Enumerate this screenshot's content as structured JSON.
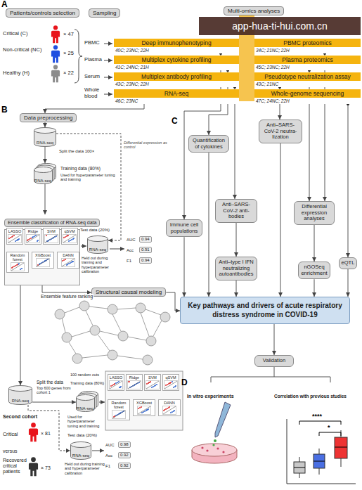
{
  "diagram": {
    "nodes": [
      {
        "text": [
          "Patients/controls selection"
        ]
      },
      {
        "text": [
          "Sampling"
        ]
      },
      {
        "text": [
          "Multi-omics analyses"
        ]
      },
      {
        "text": [
          "Deep immunophenotyping",
          "40C; 23NC; 22H"
        ]
      },
      {
        "text": [
          "PBMC proteomics",
          "34C; 21NC; 22H"
        ]
      },
      {
        "text": [
          "Multiplex cytokine profiling",
          "41C; 24NC; 21H"
        ]
      },
      {
        "text": [
          "Plasma proteomics",
          "45C; 23NC; 22H"
        ]
      },
      {
        "text": [
          "Multiplex antibody profiling",
          "43C; 23NC; 22H"
        ]
      },
      {
        "text": [
          "Pseudotype neutralization assay",
          "43C; 21NC"
        ]
      },
      {
        "text": [
          "RNA-seq",
          "46C; 23NC"
        ]
      },
      {
        "text": [
          "Whole-genome sequencing",
          "47C; 24NC; 22H"
        ]
      },
      {
        "text": [
          "Data preprocessing"
        ]
      },
      {
        "text": [
          "RNA-seq"
        ]
      },
      {
        "text": [
          "RNA-seq"
        ]
      },
      {
        "text": [
          "Ensemble classification of RNA-seq data"
        ]
      },
      {
        "text": [
          "LASSO"
        ],
        "in": 14
      },
      {
        "text": [
          "Ridge"
        ],
        "in": 14
      },
      {
        "text": [
          "SVM"
        ],
        "in": 14
      },
      {
        "text": [
          "qSVM"
        ],
        "in": 14
      },
      {
        "text": [
          "Random forest"
        ],
        "in": 14
      },
      {
        "text": [
          "XGBoost"
        ],
        "in": 14
      },
      {
        "text": [
          "DANN"
        ],
        "in": 14
      },
      {
        "text": [
          "RNA-seq"
        ]
      },
      {
        "text": [
          "Structural causal modeling"
        ]
      },
      {
        "text": [
          "RNA-seq"
        ]
      },
      {
        "text": [
          "RNA-seq"
        ]
      },
      {
        "text": [
          "LASSO"
        ]
      },
      {
        "text": [
          "Ridge"
        ]
      },
      {
        "text": [
          "SVM"
        ]
      },
      {
        "text": [
          "qSVM"
        ]
      },
      {
        "text": [
          "Random forest"
        ]
      },
      {
        "text": [
          "XGBoost"
        ]
      },
      {
        "text": [
          "DANN"
        ]
      },
      {
        "text": [
          "RNA-seq"
        ]
      },
      {
        "text": [
          "Quantification of cytokines"
        ]
      },
      {
        "text": [
          "Anti–SARS-CoV-2 neutra- lization"
        ]
      },
      {
        "text": [
          "Immune cell populations"
        ]
      },
      {
        "text": [
          "Anti–SARS-CoV-2 anti- bodies"
        ]
      },
      {
        "text": [
          "Differential expression analyses"
        ]
      },
      {
        "text": [
          "Anti–type I IFN neutralizing autoantibodies"
        ]
      },
      {
        "text": [
          "nGOSeq enrichment"
        ]
      },
      {
        "text": [
          "eQTL"
        ]
      },
      {
        "text": [
          "Key pathways and drivers of acute respiratory distress syndrome in COVID-19"
        ]
      },
      {
        "text": [
          "Validation"
        ]
      }
    ],
    "edges": [
      {
        "from": 9,
        "to": 11,
        "arrow": "to"
      },
      {
        "from": 11,
        "to": 12,
        "arrow": "to"
      },
      {
        "from": 12,
        "to": 13,
        "arrow": "to"
      },
      {
        "from": 12,
        "to": 22,
        "arrow": "to"
      },
      {
        "from": 13,
        "to": 14,
        "arrow": "to"
      },
      {
        "from": 14,
        "to": 23,
        "label": "Ensemble feature ranking",
        "arrow": "to"
      },
      {
        "from": 14,
        "to": 24,
        "arrow": "to"
      },
      {
        "from": 24,
        "to": 25,
        "arrow": "to"
      },
      {
        "from": 24,
        "to": 33,
        "arrow": "to"
      },
      {
        "from": 3,
        "to": 36,
        "arrow": "to"
      },
      {
        "from": 5,
        "to": 34,
        "arrow": "to"
      },
      {
        "from": 7,
        "to": 37,
        "arrow": "to"
      },
      {
        "from": 37,
        "to": 39,
        "arrow": "to"
      },
      {
        "from": 8,
        "to": 35,
        "arrow": "to"
      },
      {
        "from": 4,
        "to": 38,
        "arrow": "to"
      },
      {
        "from": 6,
        "to": 38,
        "arrow": "to"
      },
      {
        "from": 38,
        "to": 40,
        "arrow": "to"
      },
      {
        "from": 10,
        "to": 41,
        "arrow": "to"
      },
      {
        "from": 36,
        "to": 42,
        "arrow": "to"
      },
      {
        "from": 34,
        "to": 42,
        "arrow": "to"
      },
      {
        "from": 39,
        "to": 42,
        "arrow": "to"
      },
      {
        "from": 35,
        "to": 42,
        "arrow": "to"
      },
      {
        "from": 40,
        "to": 42,
        "arrow": "to"
      },
      {
        "from": 41,
        "to": 42,
        "arrow": "to"
      },
      {
        "from": 23,
        "to": 42,
        "arrow": "to"
      },
      {
        "from": 42,
        "to": 43,
        "arrow": "to"
      }
    ],
    "labels": [
      "A",
      "app-hua-ti-hui.com.cn",
      "Critical (C)",
      "× 47",
      "Non-critical (NC)",
      "× 25",
      "Healthy (H)",
      "× 22",
      "PBMC",
      "Plasma",
      "Serum",
      "Whole blood",
      "B",
      "Split the data 100×",
      "Differential expression as control",
      "Training data (80%)",
      "Used for hyperparameter tuning and training",
      "Test data (20%)",
      "Held out during training and hyperparameter calibration",
      "AUC",
      "0.94",
      "Acc",
      "0.91",
      "F1",
      "0.94",
      "Split the data",
      "Top 600 genes from cohort 1",
      "100 random cuts",
      "Training data (80%)",
      "Used for hyperparameter tuning and training",
      "Second cohort",
      "Critical",
      "× 81",
      "versus",
      "Recovered critical patients",
      "× 73",
      "Test data (20%)",
      "Held out during training and hyperparameter calibration",
      "AUC",
      "0.98",
      "Acc",
      "0.92",
      "F1",
      "0.92",
      "C",
      "D",
      "In vitro experiments",
      "Correlation with previous studies",
      "****",
      "*"
    ]
  }
}
